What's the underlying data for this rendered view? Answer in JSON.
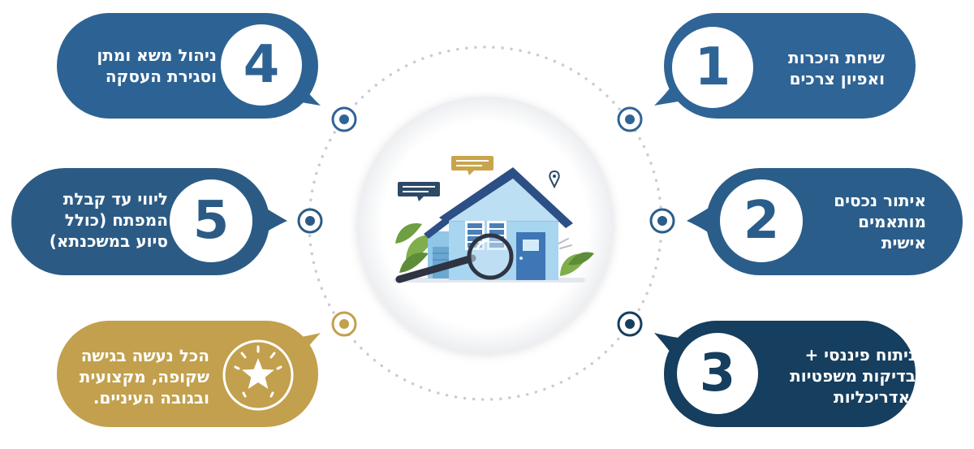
{
  "steps": [
    {
      "number": "1",
      "line1": "שיחת היכרות",
      "line2": "ואפיון צרכים"
    },
    {
      "number": "2",
      "line1": "איתור נכסים",
      "line2": "מותאמים",
      "line3": "אישית"
    },
    {
      "number": "3",
      "line1": "ניתוח פיננסי +",
      "line2": "בדיקות משפטיות",
      "line3": "ואדריכליות"
    },
    {
      "number": "4",
      "line1": "ניהול משא ומתן",
      "line2": "וסגירת העסקה"
    },
    {
      "number": "5",
      "line1": "ליווי עד קבלת",
      "line2": "המפתח (כולל",
      "line3": "סיוע במשכנתא)"
    },
    {
      "line1": "הכל נעשה בגישה",
      "line2": "שקופה, מקצועית",
      "line3": "ובגובה העיניים."
    }
  ],
  "colors": {
    "step_1": "#2f6496",
    "step_2": "#2a5d8a",
    "step_3": "#163e5e",
    "step_4": "#2d6394",
    "step_5": "#2b5b85",
    "summary": "#c2a04d"
  },
  "icons": {
    "summary": "star-icon",
    "center": "house-magnifier-icon"
  }
}
